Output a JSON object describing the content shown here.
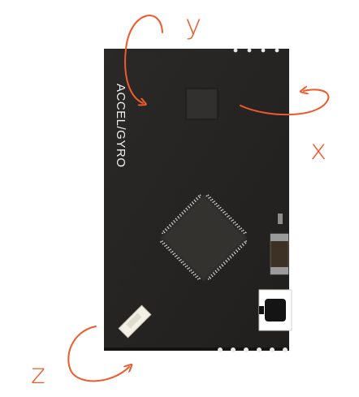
{
  "board": {
    "silkscreen_label": "ACCEL/GYRO",
    "colors": {
      "pcb": "#262422",
      "chip": "#2c2b29",
      "silk": "#f2f2f2",
      "pads": "#e8e8e8",
      "led_body": "#3f3226",
      "led_cap": "#8a8a8a",
      "button_housing": "#ffffff",
      "button_cap": "#151515"
    }
  },
  "axes": {
    "x_label": "x",
    "y_label": "y",
    "z_label": "z",
    "arrow_color": "#ee5a2c"
  }
}
